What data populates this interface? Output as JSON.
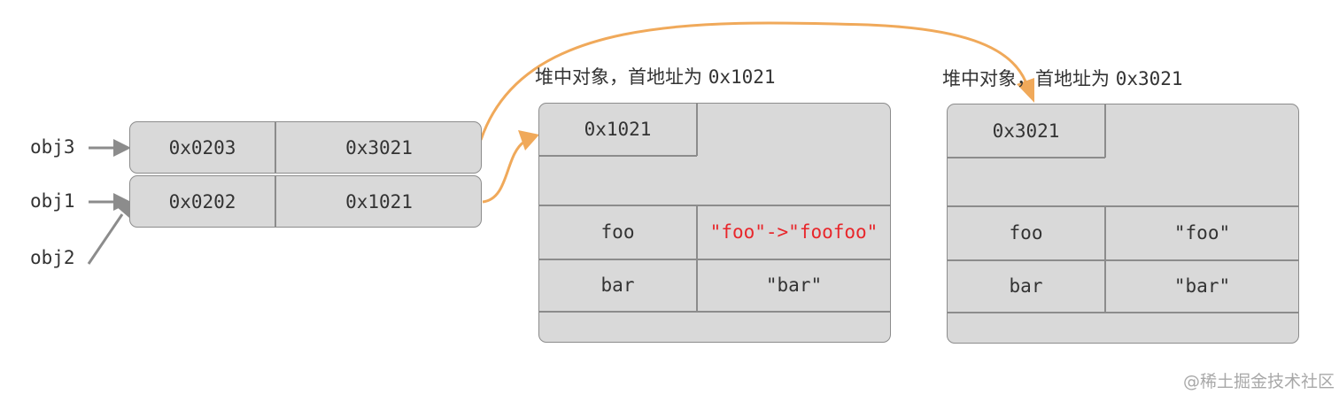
{
  "stack": {
    "rows": [
      {
        "var": "obj3",
        "addr": "0x0203",
        "value": "0x3021"
      },
      {
        "var": "obj1",
        "addr": "0x0202",
        "value": "0x1021"
      }
    ],
    "extra_var": "obj2"
  },
  "heap1": {
    "caption_text": "堆中对象，首地址为",
    "caption_addr": "0x1021",
    "header": "0x1021",
    "props": [
      {
        "key": "foo",
        "value": "\"foo\"->\"foofoo\""
      },
      {
        "key": "bar",
        "value": "\"bar\""
      }
    ]
  },
  "heap2": {
    "caption_text": "堆中对象，首地址为",
    "caption_addr": "0x3021",
    "header": "0x3021",
    "props": [
      {
        "key": "foo",
        "value": "\"foo\""
      },
      {
        "key": "bar",
        "value": "\"bar\""
      }
    ]
  },
  "watermark": "@稀土掘金技术社区",
  "colors": {
    "box_fill": "#d9d9d9",
    "box_border": "#8c8c8c",
    "arrow_gray": "#8c8c8c",
    "arrow_orange": "#f0a95a",
    "highlight_red": "#e8262b"
  }
}
